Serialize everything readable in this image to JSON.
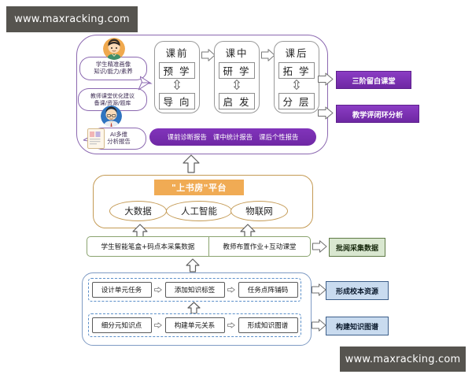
{
  "watermark": {
    "top_text": "www.maxracking.com",
    "bottom_text": "www.maxracking.com",
    "bg_color": "#56544f"
  },
  "top_section": {
    "border_color": "#8b68b0",
    "callouts": [
      {
        "name": "student-profile-callout",
        "avatar": "student-avatar-icon",
        "line1": "学生精准画像",
        "line2": "知识/能力/素养"
      },
      {
        "name": "teacher-suggestion-callout",
        "avatar": "teacher-avatar-icon",
        "line1": "教师课堂优化建议",
        "line2": "备课/资源/题库"
      },
      {
        "name": "ai-report-callout",
        "avatar": "ai-report-icon",
        "line1": "AI多维",
        "line2": "分析报告"
      }
    ],
    "stages": [
      {
        "title": "课前",
        "top_box": "预 学",
        "bottom_box": "导 向"
      },
      {
        "title": "课中",
        "top_box": "研 学",
        "bottom_box": "启 发"
      },
      {
        "title": "课后",
        "top_box": "拓 学",
        "bottom_box": "分 层"
      }
    ],
    "report_bar": {
      "items": [
        "课前诊断报告",
        "课中统计报告",
        "课后个性报告"
      ],
      "color": "#7a2fb0"
    },
    "results": [
      {
        "label": "三阶留白课堂",
        "color": "#7c31b4"
      },
      {
        "label": "教学评闭环分析",
        "color": "#7c31b4"
      }
    ]
  },
  "platform_section": {
    "border_color": "#c49a54",
    "title": "\"上书房\"平台",
    "title_color": "#f0ab54",
    "capabilities": [
      "大数据",
      "人工智能",
      "物联网"
    ]
  },
  "collect_section": {
    "border_color": "#8aa36f",
    "cells": [
      "学生智能笔盒+码点本采集数据",
      "教师布置作业+互动课堂"
    ],
    "result": {
      "label": "批阅采集数据",
      "color": "#d9e7d0"
    }
  },
  "bottom_section": {
    "border_color": "#7f9bc4",
    "rows": [
      {
        "name": "resource-row",
        "steps": [
          "设计单元任务",
          "添加知识标签",
          "任务点阵铺码"
        ],
        "result": {
          "label": "形成校本资源",
          "color": "#c9dbef"
        }
      },
      {
        "name": "knowledge-graph-row",
        "steps": [
          "细分元知识点",
          "构建单元关系",
          "形成知识图谱"
        ],
        "result": {
          "label": "构建知识图谱",
          "color": "#c9dbef"
        }
      }
    ]
  },
  "icons": {
    "up_arrow": "up-arrow-icon",
    "right_arrow": "right-arrow-icon",
    "double_arrow": "double-vertical-arrow-icon"
  }
}
